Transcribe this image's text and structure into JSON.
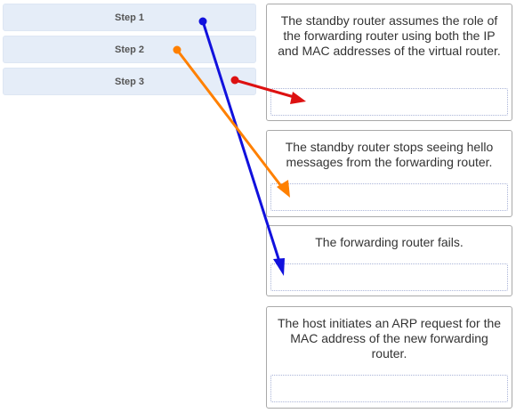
{
  "steps": [
    {
      "label": "Step 1"
    },
    {
      "label": "Step 2"
    },
    {
      "label": "Step 3"
    }
  ],
  "targets": [
    {
      "text": "The standby router assumes the role of the forwarding router using both the IP and MAC addresses of the virtual router."
    },
    {
      "text": "The standby router stops seeing hello messages from the forwarding router."
    },
    {
      "text": "The forwarding router fails."
    },
    {
      "text": "The host initiates an ARP request for the MAC address of the new forwarding router."
    }
  ],
  "arrows": [
    {
      "from": "Step 1",
      "to": "The forwarding router fails.",
      "color": "#1111dd"
    },
    {
      "from": "Step 2",
      "to": "The standby router stops seeing hello messages from the forwarding router.",
      "color": "#ff8000"
    },
    {
      "from": "Step 3",
      "to": "The standby router assumes the role of the forwarding router using both the IP and MAC addresses of the virtual router.",
      "color": "#dd1111"
    }
  ]
}
